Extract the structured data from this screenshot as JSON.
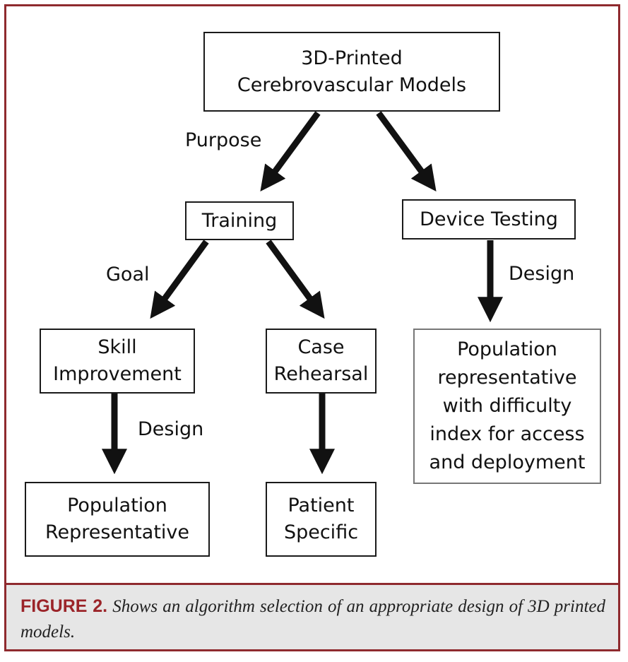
{
  "nodes": {
    "root": [
      "3D-Printed",
      "Cerebrovascular Models"
    ],
    "training": [
      "Training"
    ],
    "device_testing": [
      "Device Testing"
    ],
    "skill_improvement": [
      "Skill",
      "Improvement"
    ],
    "case_rehearsal": [
      "Case",
      "Rehearsal"
    ],
    "population_representative_device": [
      "Population",
      "representative",
      "with difficulty",
      "index for access",
      "and deployment"
    ],
    "population_representative": [
      "Population",
      "Representative"
    ],
    "patient_specific": [
      "Patient",
      "Specific"
    ]
  },
  "edge_labels": {
    "purpose": "Purpose",
    "goal": "Goal",
    "design_device": "Design",
    "design_skill": "Design"
  },
  "caption": {
    "figure_label": "FIGURE 2.",
    "text": "Shows an algorithm selection of an appropriate design of 3D printed models."
  },
  "colors": {
    "accent": "#8f2a2e",
    "caption_background": "#e6e6e6"
  }
}
